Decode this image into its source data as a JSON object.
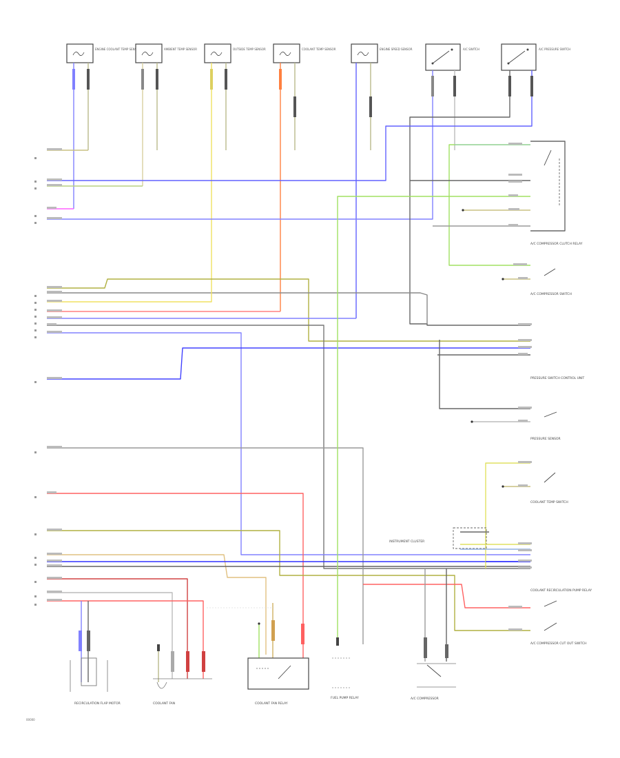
{
  "diagram": {
    "sensors_top": [
      {
        "name": "ENGINE COOLANT TEMP SENSOR"
      },
      {
        "name": "AMBIENT TEMP SENSOR"
      },
      {
        "name": "OUTSIDE TEMP SENSOR"
      },
      {
        "name": "COOLANT TEMP SENSOR"
      },
      {
        "name": "ENGINE SPEED SENSOR"
      },
      {
        "name": "A/C SWITCH"
      },
      {
        "name": "A/C PRESSURE SWITCH"
      }
    ],
    "right_components": [
      {
        "name": "A/C COMPRESSOR CLUTCH RELAY"
      },
      {
        "name": "A/C COMPRESSOR SWITCH"
      },
      {
        "name": "PRESSURE SWITCH CONTROL UNIT"
      },
      {
        "name": "PRESSURE SENSOR"
      },
      {
        "name": "COOLANT TEMP SWITCH"
      },
      {
        "name": "INSTRUMENT CLUSTER"
      },
      {
        "name": "COOLANT RECIRCULATION PUMP RELAY"
      },
      {
        "name": "A/C COMPRESSOR CUT OUT SWITCH"
      }
    ],
    "bottom_components": [
      {
        "name": "RECIRCULATION FLAP MOTOR"
      },
      {
        "name": "COOLANT FAN"
      },
      {
        "name": "COOLANT FAN RELAY"
      },
      {
        "name": "FUEL PUMP RELAY"
      },
      {
        "name": "A/C COMPRESSOR"
      }
    ],
    "footer_code": "00000"
  }
}
